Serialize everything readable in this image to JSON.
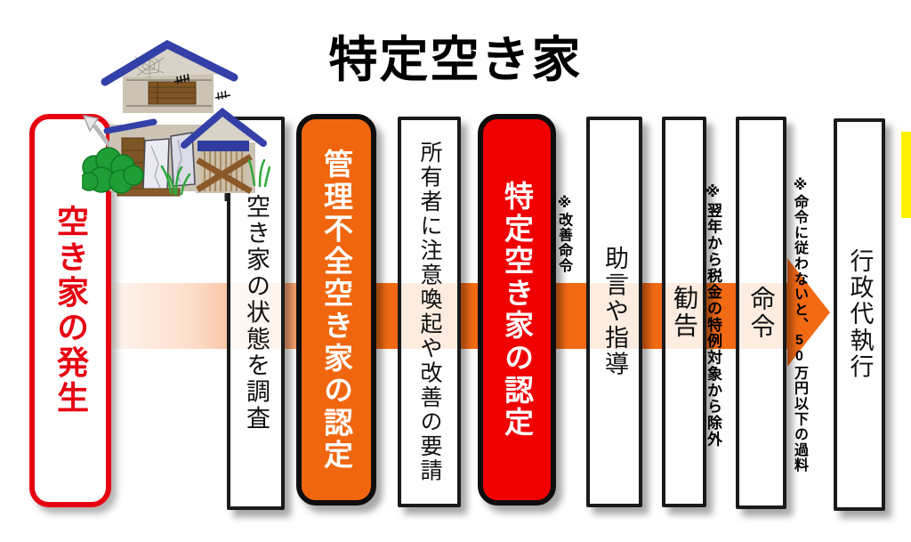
{
  "title": "特定空き家",
  "boxes": [
    {
      "label": "空き家の発生",
      "style": "red-outline"
    },
    {
      "label": "空き家の状態を調査",
      "style": "plain"
    },
    {
      "label": "管理不全空き家の認定",
      "style": "orange-solid"
    },
    {
      "label": "所有者に注意喚起や改善の要請",
      "style": "plain"
    },
    {
      "label": "特定空き家の認定",
      "style": "red-solid"
    },
    {
      "label": "助言や指導",
      "style": "plain"
    },
    {
      "label": "勧告",
      "style": "plain"
    },
    {
      "label": "命令",
      "style": "plain"
    },
    {
      "label": "行政代執行",
      "style": "plain"
    }
  ],
  "notes": {
    "kaizen": "※改善命令",
    "zeikin": "※翌年から税金の特例対象から除外",
    "karyo": "※命令に従わないと、50万円以下の過料"
  },
  "colors": {
    "outline_red": "#e60012",
    "solid_red": "#f00000",
    "solid_orange": "#f0660e",
    "arrow_orange": "#f26a14",
    "highlight_yellow": "#fff104",
    "roof_blue": "#3340a8"
  },
  "illustration": {
    "name": "dilapidated-vacant-house"
  }
}
